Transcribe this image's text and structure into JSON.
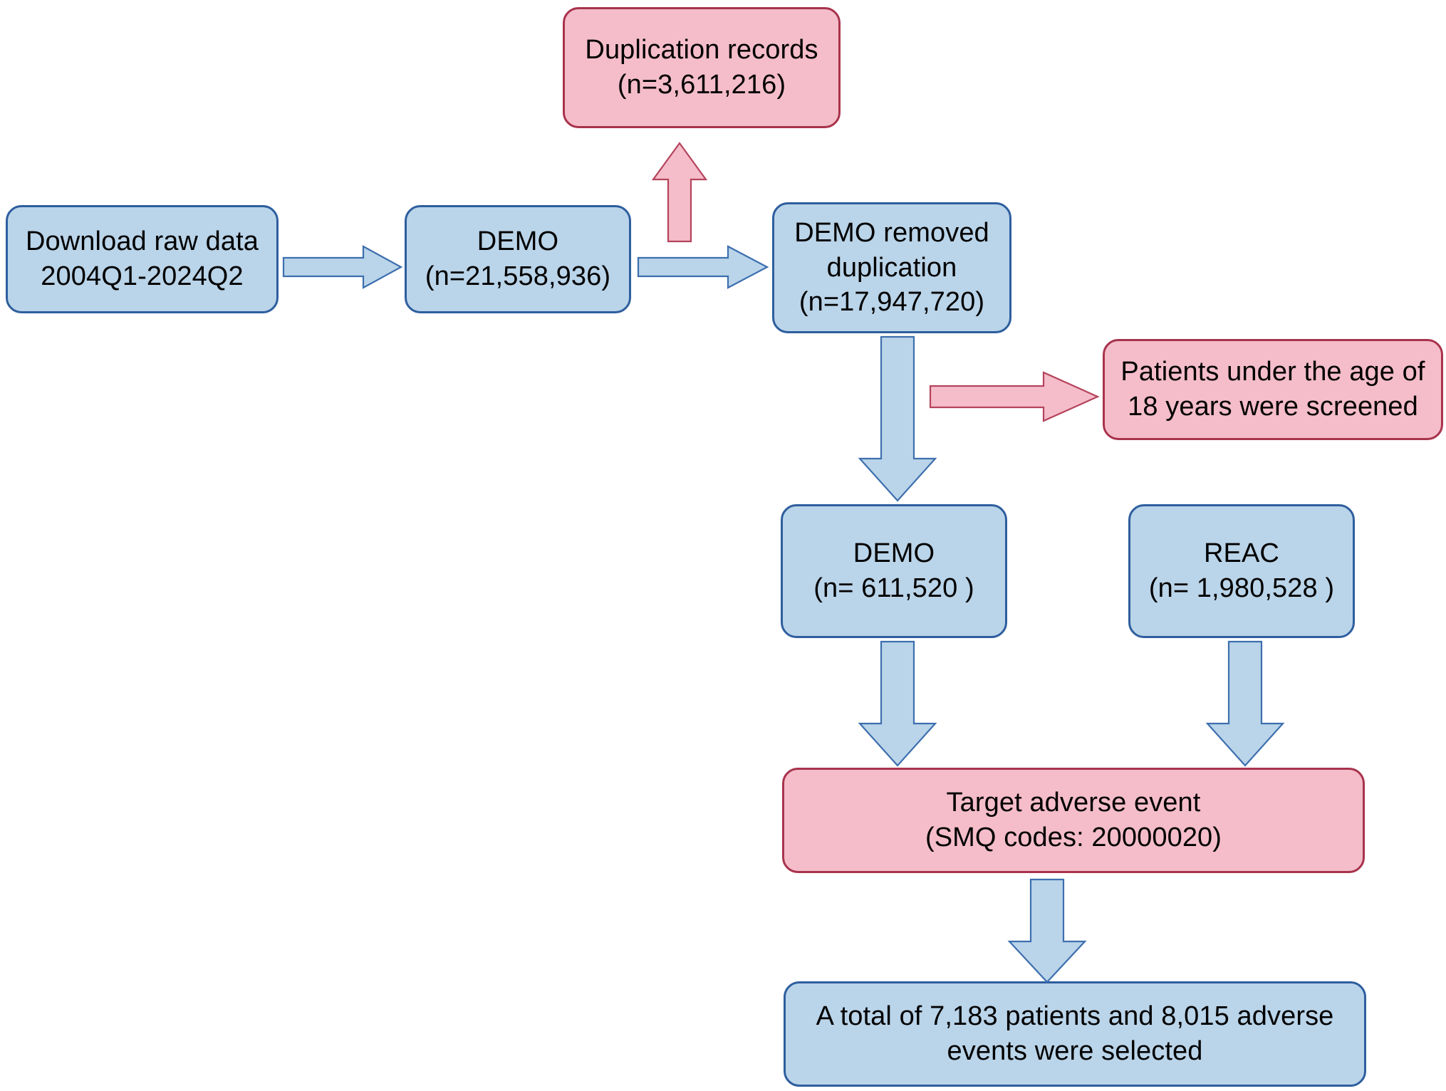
{
  "diagram": {
    "title": "FAERS data processing flowchart",
    "palette": {
      "blue_fill": "#bad4e9",
      "blue_stroke": "#2e5e9e",
      "pink_fill": "#f4bdc9",
      "pink_stroke": "#a8334c",
      "background": "#ffffff",
      "text": "#000000"
    },
    "nodes": [
      {
        "id": "download-raw-data",
        "type": "blue",
        "text": "Download raw data\n2004Q1-2024Q2"
      },
      {
        "id": "demo-raw",
        "type": "blue",
        "text": "DEMO\n(n=21,558,936)"
      },
      {
        "id": "duplication-records",
        "type": "pink",
        "text": "Duplication records\n(n=3,611,216)"
      },
      {
        "id": "demo-removed-duplication",
        "type": "blue",
        "text": "DEMO removed\nduplication\n(n=17,947,720)"
      },
      {
        "id": "patients-under-18",
        "type": "pink",
        "text": "Patients under the age of\n18 years were screened"
      },
      {
        "id": "demo-filtered",
        "type": "blue",
        "text": "DEMO\n(n= 611,520 )"
      },
      {
        "id": "reac",
        "type": "blue",
        "text": "REAC\n(n= 1,980,528 )"
      },
      {
        "id": "target-adverse-event",
        "type": "pink",
        "text": "Target adverse event\n(SMQ codes: 20000020)"
      },
      {
        "id": "final-selection",
        "type": "blue",
        "text": "A total of 7,183 patients and 8,015 adverse\nevents were selected"
      }
    ],
    "arrows": [
      {
        "id": "arrow-download-to-demo",
        "direction": "right",
        "color": "blue"
      },
      {
        "id": "arrow-demo-to-duplication",
        "direction": "up",
        "color": "pink"
      },
      {
        "id": "arrow-demo-to-removed-duplication",
        "direction": "right",
        "color": "blue"
      },
      {
        "id": "arrow-removed-duplication-to-demo-filtered",
        "direction": "down",
        "color": "blue"
      },
      {
        "id": "arrow-removed-duplication-to-under-18",
        "direction": "right",
        "color": "pink"
      },
      {
        "id": "arrow-demo-filtered-to-target",
        "direction": "down",
        "color": "blue"
      },
      {
        "id": "arrow-reac-to-target",
        "direction": "down",
        "color": "blue"
      },
      {
        "id": "arrow-target-to-final",
        "direction": "down",
        "color": "blue"
      }
    ]
  }
}
